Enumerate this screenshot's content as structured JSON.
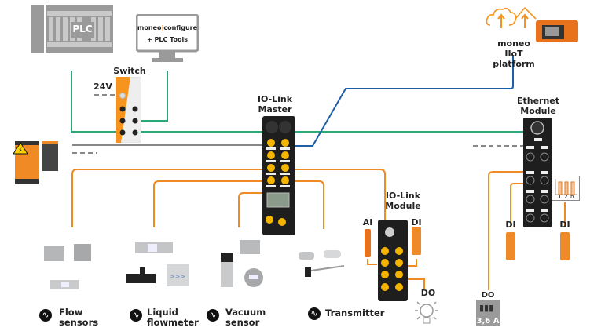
{
  "plc": {
    "label": "PLC"
  },
  "monitor": {
    "line1_a": "moneo",
    "line1_sep": "|",
    "line1_b": "configure",
    "line2": "+ PLC Tools"
  },
  "switch": {
    "label": "Switch",
    "voltage": "24V"
  },
  "cloud": {
    "line1": "moneo",
    "line2": "IIoT platform"
  },
  "iolink_master": {
    "line1": "IO-Link",
    "line2": "Master"
  },
  "iolink_module": {
    "line1": "IO-Link",
    "line2": "Module",
    "ai": "AI",
    "di": "DI",
    "do": "DO"
  },
  "ethernet_module": {
    "line1": "Ethernet",
    "line2": "Module",
    "di_left": "DI",
    "di_right": "DI",
    "do": "DO",
    "do_rating": "3,6 A",
    "chart_ticks": [
      "1",
      "2",
      "n"
    ]
  },
  "categories": [
    {
      "line1": "Flow",
      "line2": "sensors"
    },
    {
      "line1": "Liquid",
      "line2": "flowmeter"
    },
    {
      "line1": "Vacuum",
      "line2": "sensor"
    },
    {
      "line1": "Transmitter",
      "line2": ""
    }
  ],
  "colors": {
    "ethernet": "#2aa876",
    "iot": "#1f5fa8",
    "iolink": "#f08a24",
    "power": "#888888",
    "device": "#1e1e1e",
    "accent": "#f7941d"
  }
}
